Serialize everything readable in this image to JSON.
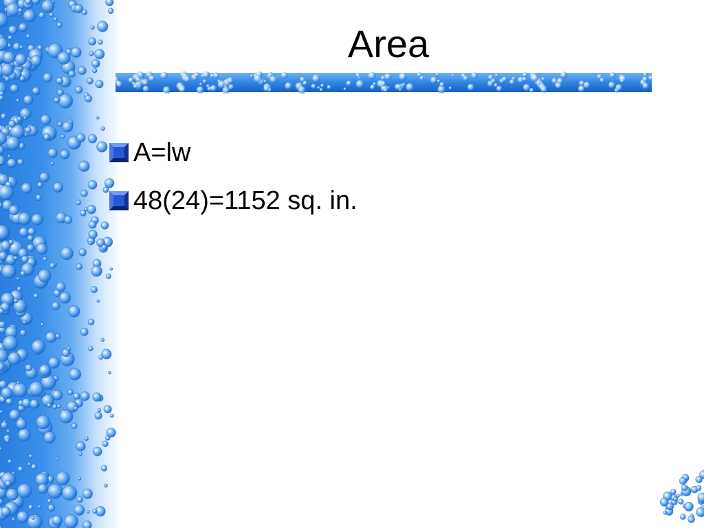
{
  "slide": {
    "title": "Area",
    "bullets": [
      {
        "text": "A=lw"
      },
      {
        "text": "48(24)=1152 sq. in."
      }
    ]
  },
  "decoration": {
    "bullet_icon": "blue-square-bullet-icon",
    "border_pattern": "water-drops",
    "colors": {
      "primary_blue": "#2a7fe0",
      "light_blue": "#9ccbf6",
      "bullet_blue": "#1c4fd0"
    }
  }
}
